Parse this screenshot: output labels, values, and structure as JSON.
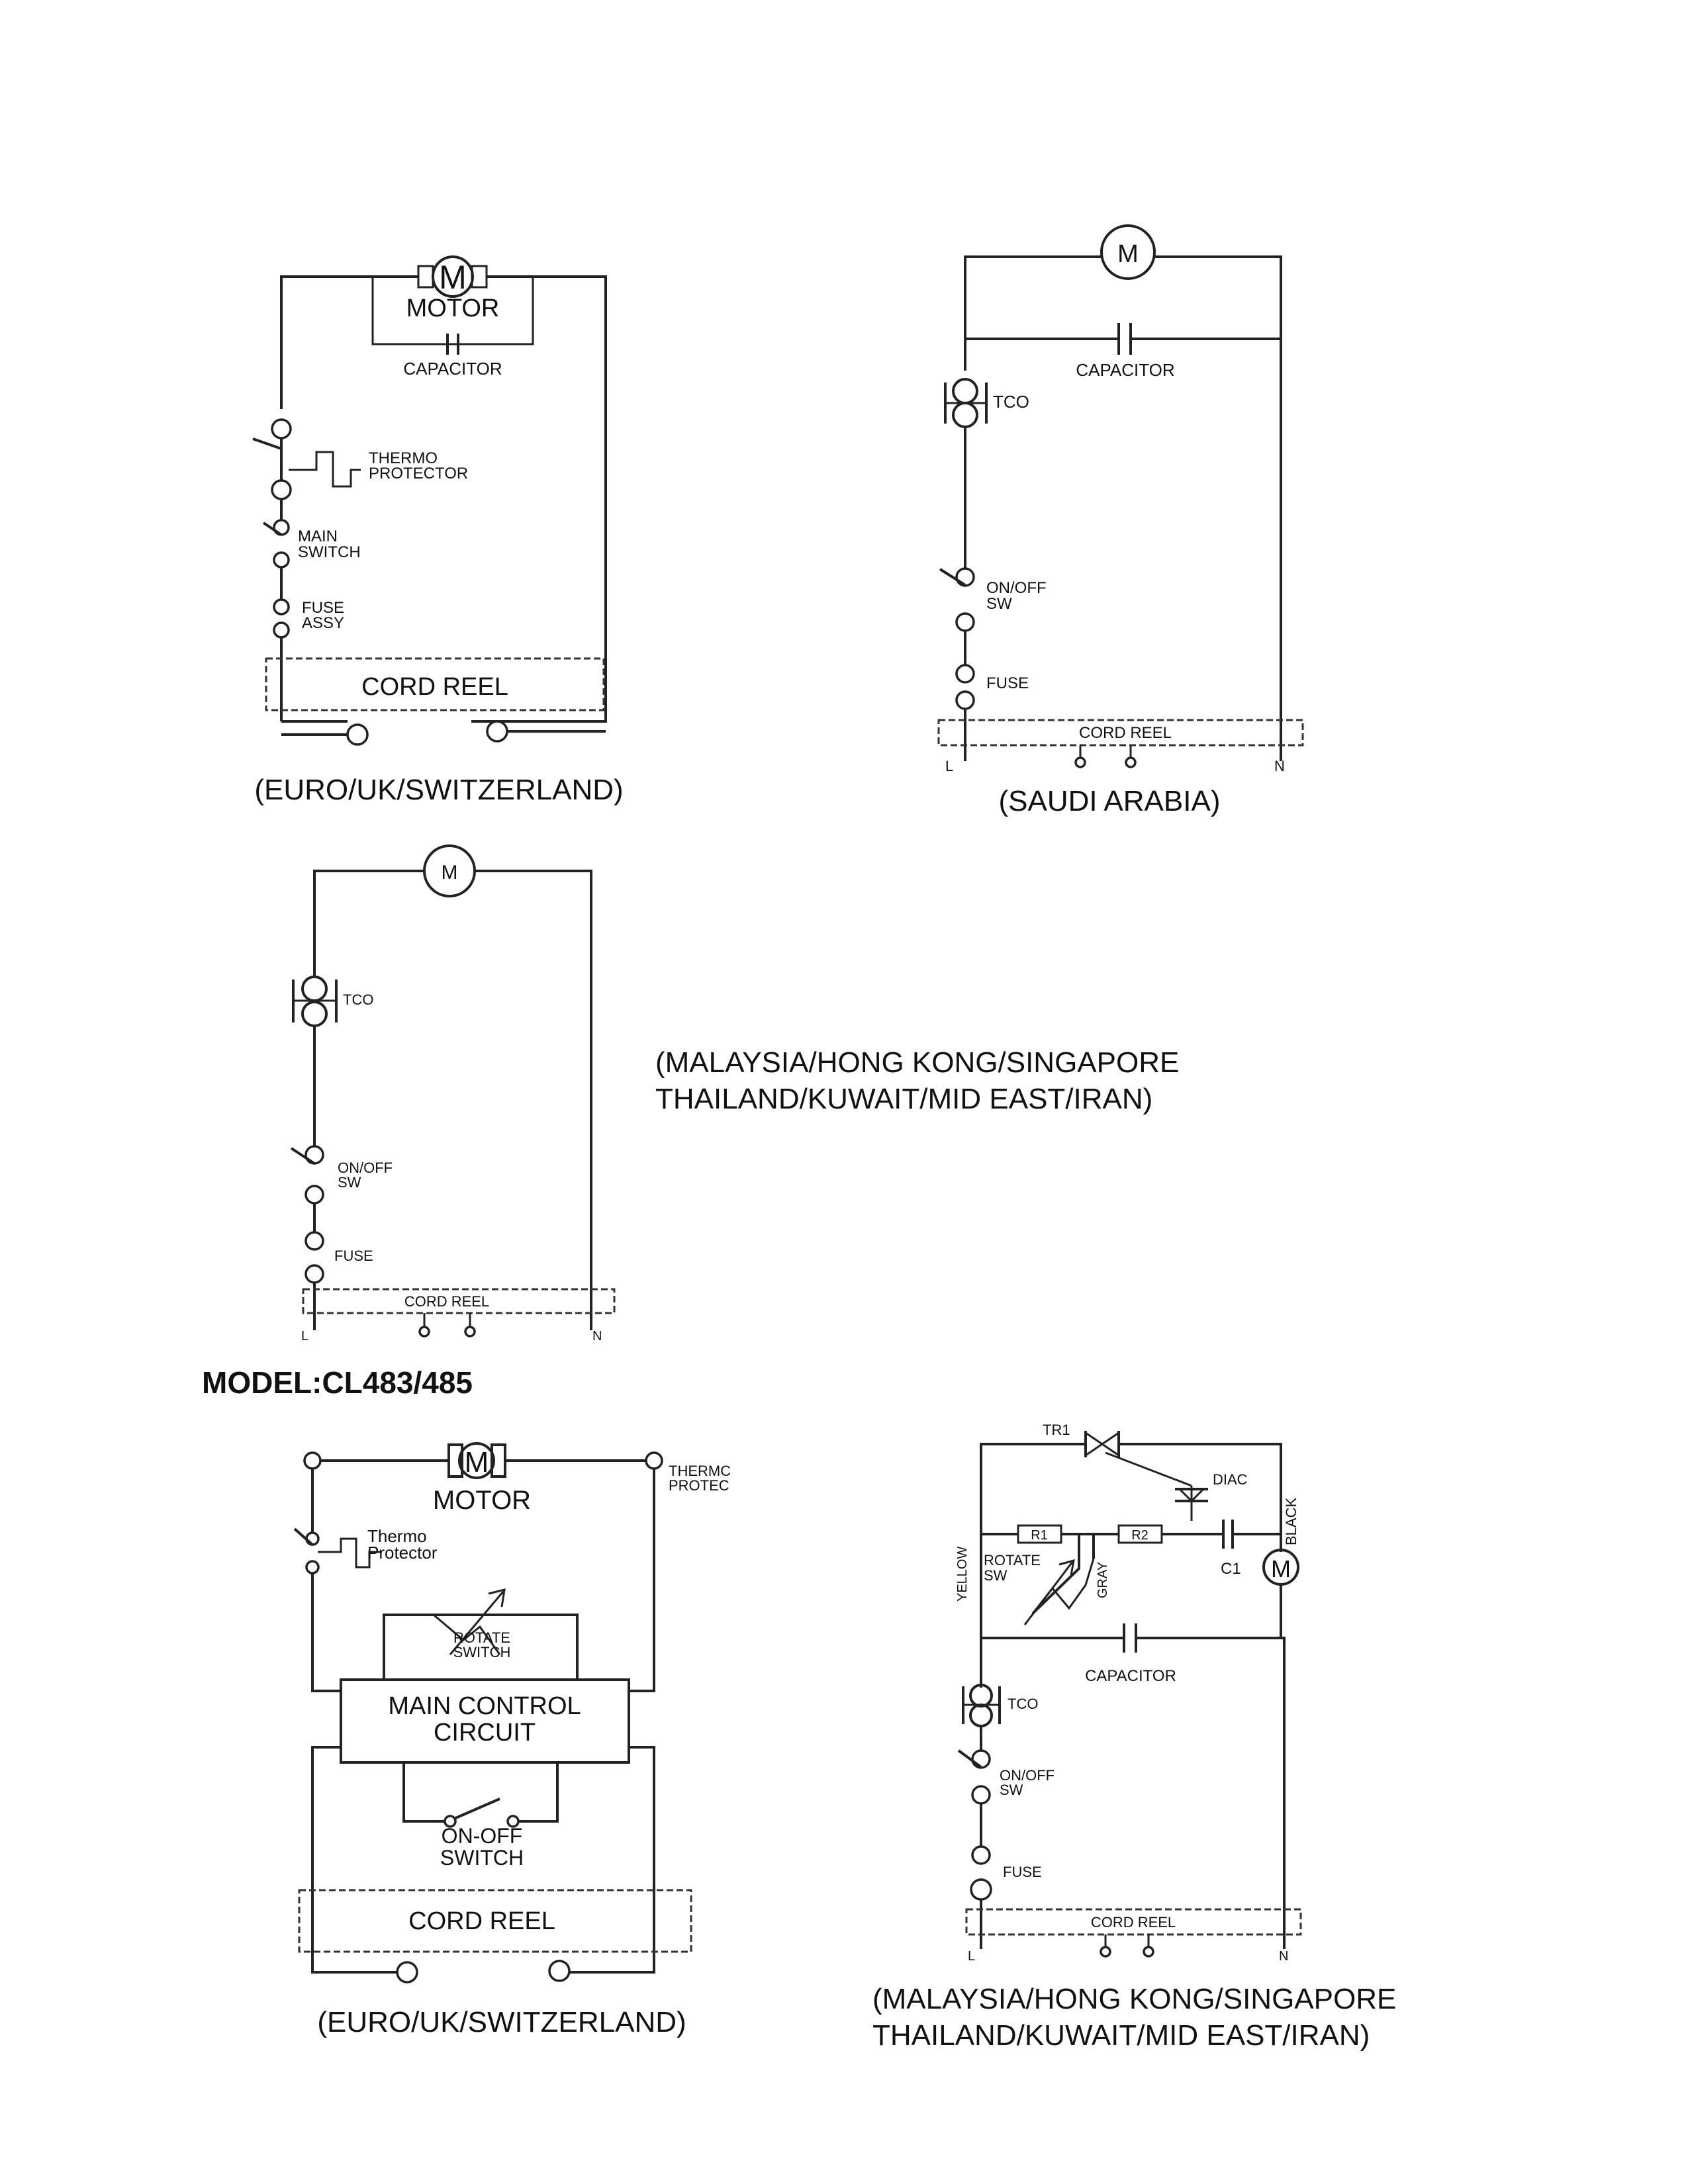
{
  "model_title": "MODEL:CL483/485",
  "d1": {
    "caption": "(EURO/UK/SWITZERLAND)",
    "motor_symbol": "M",
    "motor_label": "MOTOR",
    "capacitor": "CAPACITOR",
    "thermo_line1": "THERMO",
    "thermo_line2": "PROTECTOR",
    "switch_line1": "MAIN",
    "switch_line2": "SWITCH",
    "fuse_line1": "FUSE",
    "fuse_line2": "ASSY",
    "cord_reel": "CORD REEL"
  },
  "d2": {
    "caption": "(SAUDI ARABIA)",
    "motor_symbol": "M",
    "capacitor": "CAPACITOR",
    "tco": "TCO",
    "switch_line1": "ON/OFF",
    "switch_line2": "SW",
    "fuse": "FUSE",
    "cord_reel": "CORD REEL",
    "l": "L",
    "n": "N"
  },
  "d3": {
    "caption_line1": "(MALAYSIA/HONG KONG/SINGAPORE",
    "caption_line2": "THAILAND/KUWAIT/MID EAST/IRAN)",
    "motor_symbol": "M",
    "tco": "TCO",
    "switch_line1": "ON/OFF",
    "switch_line2": "SW",
    "fuse": "FUSE",
    "cord_reel": "CORD REEL",
    "l": "L",
    "n": "N"
  },
  "d4": {
    "caption": "(EURO/UK/SWITZERLAND)",
    "motor_symbol": "M",
    "motor_label": "MOTOR",
    "thermo_right_line1": "THERMC",
    "thermo_right_line2": "PROTEC",
    "thermo_line1": "Thermo",
    "thermo_line2": "Protector",
    "rotate_line1": "ROTATE",
    "rotate_line2": "SWITCH",
    "control_line1": "MAIN CONTROL",
    "control_line2": "CIRCUIT",
    "onoff_line1": "ON-OFF",
    "onoff_line2": "SWITCH",
    "cord_reel": "CORD REEL"
  },
  "d5": {
    "caption_line1": "(MALAYSIA/HONG KONG/SINGAPORE",
    "caption_line2": "THAILAND/KUWAIT/MID EAST/IRAN)",
    "tr1": "TR1",
    "diac": "DIAC",
    "r1": "R1",
    "r2": "R2",
    "c1": "C1",
    "yellow": "YELLOW",
    "gray": "GRAY",
    "black": "BLACK",
    "rotate_line1": "ROTATE",
    "rotate_line2": "SW",
    "motor_symbol": "M",
    "capacitor": "CAPACITOR",
    "tco": "TCO",
    "switch_line1": "ON/OFF",
    "switch_line2": "SW",
    "fuse": "FUSE",
    "cord_reel": "CORD REEL",
    "l": "L",
    "n": "N"
  }
}
